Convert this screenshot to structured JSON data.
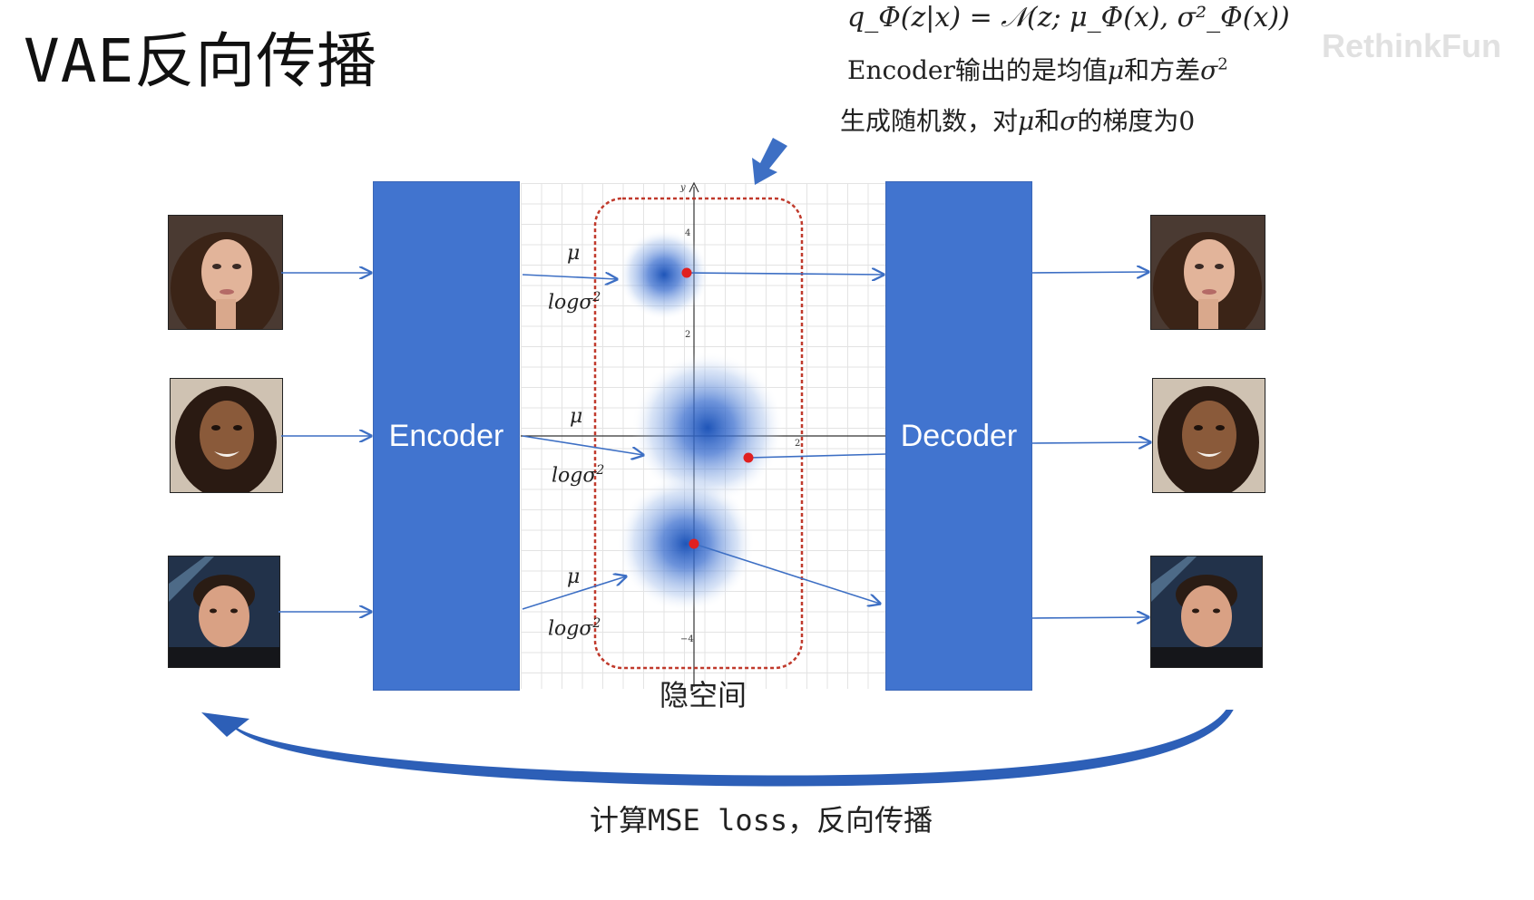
{
  "title": "VAE反向传播",
  "watermark": "RethinkFun",
  "formula": {
    "line1": "q_Φ(z|x) = 𝒩(z; μ_Φ(x), σ²_Φ(x))",
    "line2_prefix": "Encoder输出的是均值",
    "line2_mu": "μ",
    "line2_mid": "和方差",
    "line2_sigma": "σ",
    "line2_sup": "2",
    "line3_prefix": "生成随机数，对",
    "line3_mu": "μ",
    "line3_mid": "和",
    "line3_sigma": "σ",
    "line3_suffix": "的梯度为0"
  },
  "encoder_label": "Encoder",
  "decoder_label": "Decoder",
  "latent_label": "隐空间",
  "bottom_caption": "计算MSE loss，反向传播",
  "mu_symbol": "μ",
  "logsigma_text": "logσ",
  "logsigma_sup": "2",
  "axis": {
    "y_label": "y",
    "ticks": [
      "4",
      "2",
      "2",
      "−4"
    ]
  },
  "colors": {
    "block": "#4174cf",
    "arrow": "#3d6fc4",
    "dashed_box": "#c0392b",
    "sample_point": "#e02020",
    "gaussian": "#2a5cc0"
  }
}
